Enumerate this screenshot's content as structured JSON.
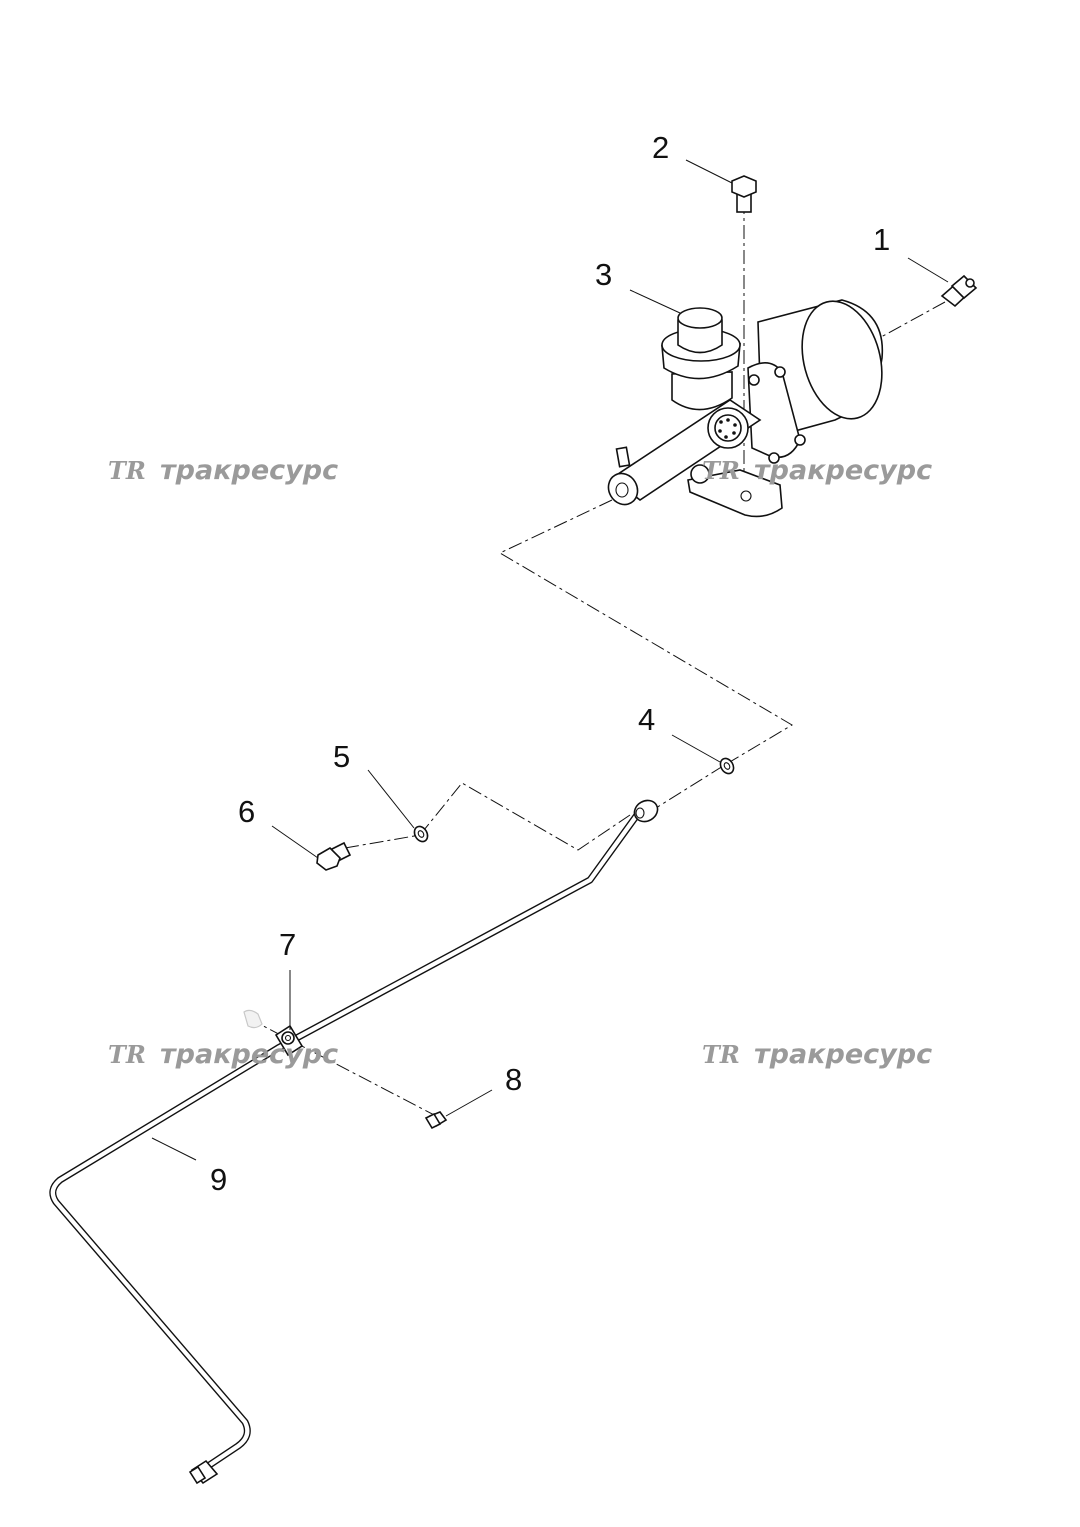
{
  "callouts": [
    "1",
    "2",
    "3",
    "4",
    "5",
    "6",
    "7",
    "8",
    "9"
  ],
  "watermark": {
    "logo": "TR",
    "text": "тракресурс"
  }
}
